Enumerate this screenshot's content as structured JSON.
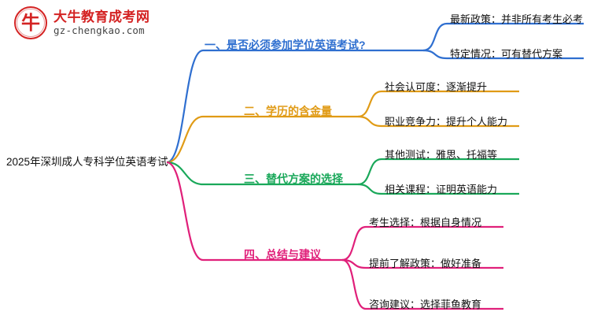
{
  "logo": {
    "mark_glyph": "牛",
    "title": "大牛教育成考网",
    "subtitle": "gz-chengkao.com"
  },
  "mindmap": {
    "root": "2025年深圳成人专科学位英语考试",
    "branches": [
      {
        "label": "一、是否必须参加学位英语考试?",
        "color": "#2f6fd0",
        "leaves": [
          "最新政策：并非所有考生必考",
          "特定情况：可有替代方案"
        ]
      },
      {
        "label": "二、学历的含金量",
        "color": "#e09b16",
        "leaves": [
          "社会认可度：逐渐提升",
          "职业竞争力：提升个人能力"
        ]
      },
      {
        "label": "三、替代方案的选择",
        "color": "#1aa85a",
        "leaves": [
          "其他测试：雅思、托福等",
          "相关课程：证明英语能力"
        ]
      },
      {
        "label": "四、总结与建议",
        "color": "#e0207a",
        "leaves": [
          "考生选择：根据自身情况",
          "提前了解政策：做好准备",
          "咨询建议：选择菲鱼教育"
        ]
      }
    ]
  }
}
